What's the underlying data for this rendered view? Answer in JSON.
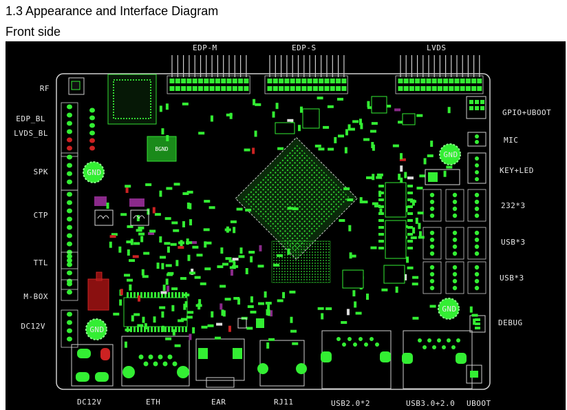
{
  "header": {
    "title": "1.3 Appearance and Interface Diagram",
    "subtitle": "Front side"
  },
  "labels": {
    "top": {
      "edp_m": "EDP-M",
      "edp_s": "EDP-S",
      "lvds": "LVDS"
    },
    "left": {
      "rf": "RF",
      "edp_bl": "EDP_BL",
      "lvds_bl": "LVDS_BL",
      "spk": "SPK",
      "ctp": "CTP",
      "ttl": "TTL",
      "m_box": "M-BOX",
      "dc12v": "DC12V"
    },
    "right": {
      "gpio_uboot": "GPIO+UBOOT",
      "mic": "MIC",
      "key_led": "KEY+LED",
      "rs232": "232*3",
      "usb_a": "USB*3",
      "usb_b": "USB*3",
      "debug": "DEBUG"
    },
    "bottom": {
      "dc12v": "DC12V",
      "eth": "ETH",
      "ear": "EAR",
      "rj11": "RJ11",
      "usb2": "USB2.0*2",
      "usb3": "USB3.0+2.0",
      "uboot": "UBOOT"
    },
    "gnd": "GND",
    "ic_mark": "BGND"
  },
  "colors": {
    "board": "#000000",
    "copper": "#22cc22",
    "pad": "#33ee33",
    "silk": "#e8e8e8"
  }
}
